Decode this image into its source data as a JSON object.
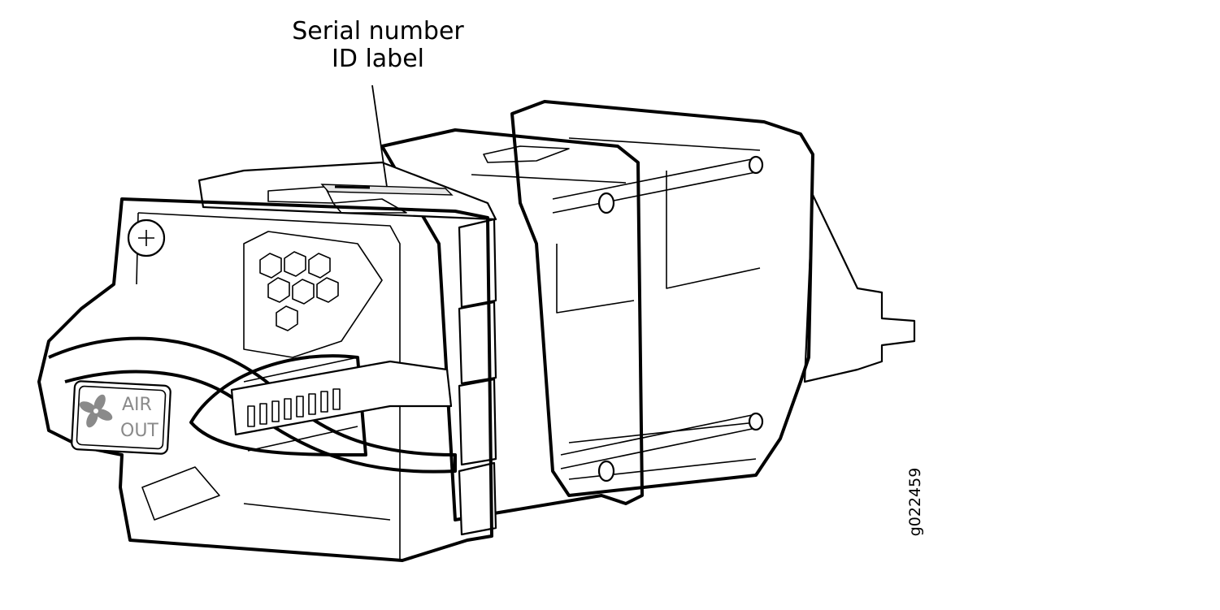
{
  "callout": {
    "line1": "Serial number",
    "line2": "ID label"
  },
  "badge": {
    "icon": "fan-icon",
    "line1": "AIR",
    "line2": "OUT"
  },
  "figure_id": "g022459",
  "colors": {
    "line": "#000000",
    "badge_gray": "#8a8a8a",
    "label_fill": "#e6e6e6"
  }
}
